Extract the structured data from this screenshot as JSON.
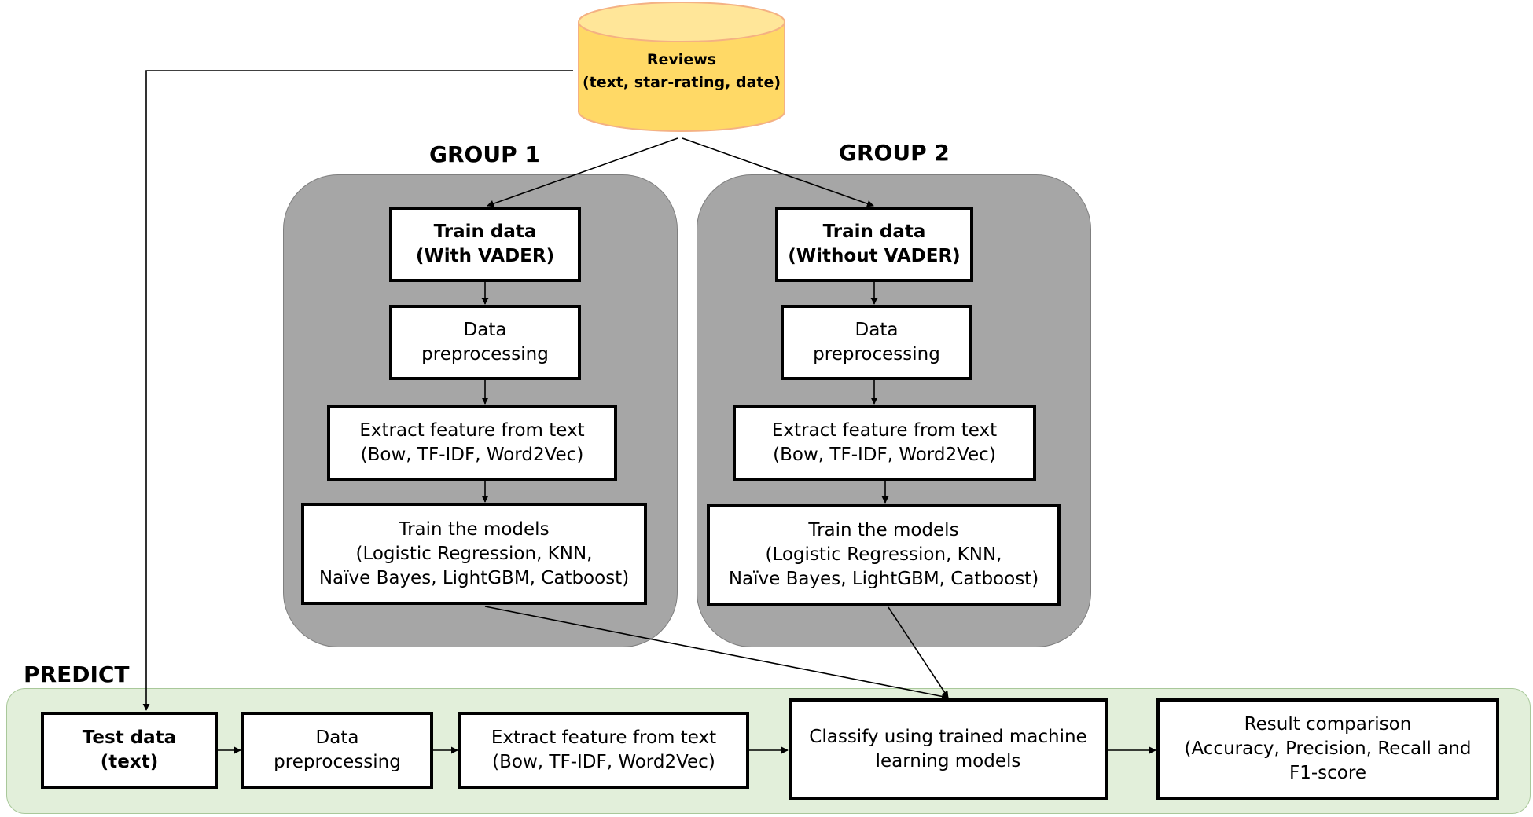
{
  "database": {
    "title": "Reviews",
    "subtitle": "(text, star-rating, date)",
    "icon": "database-cylinder-icon",
    "fill": "#ffd966",
    "stroke": "#f4b183"
  },
  "group1": {
    "label": "GROUP 1",
    "train_data": [
      "Train data",
      "(With VADER)"
    ],
    "preprocessing": [
      "Data",
      "preprocessing"
    ],
    "extract_feature": [
      "Extract feature from text",
      "(Bow, TF-IDF, Word2Vec)"
    ],
    "train_models": [
      "Train the models",
      "(Logistic Regression, KNN,",
      "Naïve Bayes, LightGBM, Catboost)"
    ]
  },
  "group2": {
    "label": "GROUP 2",
    "train_data": [
      "Train data",
      "(Without VADER)"
    ],
    "preprocessing": [
      "Data",
      "preprocessing"
    ],
    "extract_feature": [
      "Extract feature from text",
      "(Bow, TF-IDF, Word2Vec)"
    ],
    "train_models": [
      "Train the models",
      "(Logistic Regression, KNN,",
      "Naïve Bayes, LightGBM, Catboost)"
    ]
  },
  "predict": {
    "label": "PREDICT",
    "test_data": [
      "Test data (text)"
    ],
    "preprocessing": [
      "Data",
      "preprocessing"
    ],
    "extract_feature": [
      "Extract feature from text",
      "(Bow, TF-IDF, Word2Vec)"
    ],
    "classify": [
      "Classify using trained machine",
      "learning models"
    ],
    "result": [
      "Result comparison",
      "(Accuracy, Precision, Recall and",
      "F1-score"
    ]
  },
  "colors": {
    "group_background": "#a6a6a6",
    "predict_background": "#e2efda",
    "box_border": "#000000"
  }
}
